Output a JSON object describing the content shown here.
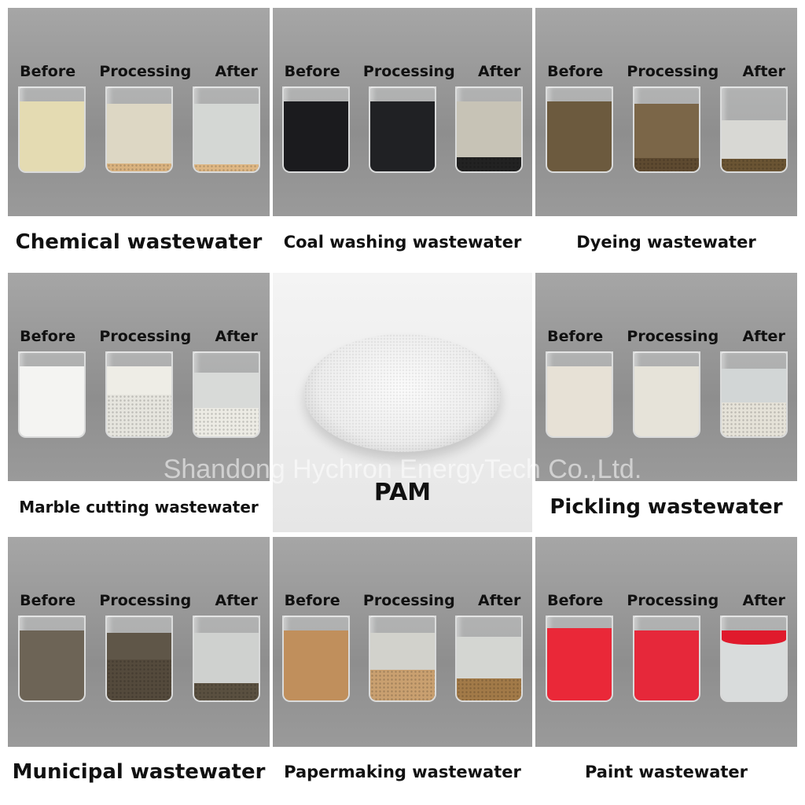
{
  "watermark": "Shandong Hychron EnergyTech Co.,Ltd.",
  "center": {
    "label": "PAM"
  },
  "stage_labels": [
    "Before",
    "Processing",
    "After"
  ],
  "panels": [
    {
      "title": "Chemical wastewater",
      "beakers": [
        {
          "liquid": "#e4dbb2",
          "level": 0.82,
          "sediment": "#e4dbb2",
          "sed": 0
        },
        {
          "liquid": "#ddd7c4",
          "level": 0.8,
          "sediment": "#d9b27f",
          "sed": 0.12
        },
        {
          "liquid": "#d4d7d4",
          "level": 0.8,
          "sediment": "#deb784",
          "sed": 0.1
        }
      ]
    },
    {
      "title": "Coal washing wastewater",
      "beakers": [
        {
          "liquid": "#1b1b1e",
          "level": 0.82,
          "sediment": "#1b1b1e",
          "sed": 0
        },
        {
          "liquid": "#202124",
          "level": 0.82,
          "sediment": "#151515",
          "sed": 0
        },
        {
          "liquid": "#c7c3b6",
          "level": 0.82,
          "sediment": "#222",
          "sed": 0.2
        }
      ]
    },
    {
      "title": "Dyeing wastewater",
      "beakers": [
        {
          "liquid": "#6c5a3e",
          "level": 0.82,
          "sediment": "#6c5a3e",
          "sed": 0
        },
        {
          "liquid": "#7b6648",
          "level": 0.8,
          "sediment": "#5e4a30",
          "sed": 0.2
        },
        {
          "liquid": "#d8d8d4",
          "level": 0.6,
          "sediment": "#6a5433",
          "sed": 0.25
        }
      ]
    },
    {
      "title": "Marble cutting wastewater",
      "beakers": [
        {
          "liquid": "#f4f4f2",
          "level": 0.82,
          "sediment": "#f4f4f2",
          "sed": 0
        },
        {
          "liquid": "#eeede6",
          "level": 0.82,
          "sediment": "#e6e5de",
          "sed": 0.6
        },
        {
          "liquid": "#d8dad8",
          "level": 0.75,
          "sediment": "#ecebe4",
          "sed": 0.45
        }
      ]
    },
    {
      "title": "Pickling wastewater",
      "beakers": [
        {
          "liquid": "#e7e1d6",
          "level": 0.82,
          "sediment": "#e7e1d6",
          "sed": 0
        },
        {
          "liquid": "#e6e3d9",
          "level": 0.82,
          "sediment": "#e6e3d9",
          "sed": 0
        },
        {
          "liquid": "#d2d6d6",
          "level": 0.8,
          "sediment": "#e5e2d8",
          "sed": 0.5
        }
      ]
    },
    {
      "title": "Municipal wastewater",
      "beakers": [
        {
          "liquid": "#6d6456",
          "level": 0.82,
          "sediment": "#6d6456",
          "sed": 0
        },
        {
          "liquid": "#5f5648",
          "level": 0.8,
          "sediment": "#544a3c",
          "sed": 0.6
        },
        {
          "liquid": "#cfd1cf",
          "level": 0.8,
          "sediment": "#5a5040",
          "sed": 0.25
        }
      ]
    },
    {
      "title": "Papermaking wastewater",
      "beakers": [
        {
          "liquid": "#c08f5c",
          "level": 0.82,
          "sediment": "#c08f5c",
          "sed": 0
        },
        {
          "liquid": "#d2d2cc",
          "level": 0.8,
          "sediment": "#c9a070",
          "sed": 0.45
        },
        {
          "liquid": "#d4d6d2",
          "level": 0.75,
          "sediment": "#a27a48",
          "sed": 0.35
        }
      ]
    },
    {
      "title": "Paint wastewater",
      "beakers": [
        {
          "liquid": "#ea2838",
          "level": 0.85,
          "sediment": "#ea2838",
          "sed": 0
        },
        {
          "liquid": "#e6283a",
          "level": 0.82,
          "sediment": "#e6283a",
          "sed": 0
        },
        {
          "liquid": "#d9dcdc",
          "level": 0.8,
          "sediment": "#e01a2c",
          "sed": 0
        }
      ]
    }
  ]
}
